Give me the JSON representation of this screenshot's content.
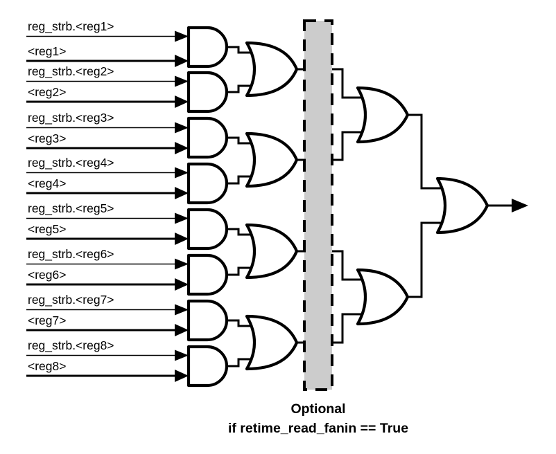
{
  "diagram": {
    "title": "Register read fanin OR-tree",
    "type": "logic-circuit-schematic",
    "colors": {
      "wire": "#000000",
      "gate_fill": "#ffffff",
      "gate_outline": "#000000",
      "optional_box_fill": "#cccccc",
      "optional_box_border": "#000000",
      "background": "#ffffff",
      "text": "#000000"
    },
    "inputs": [
      {
        "strobe_label": "reg_strb.<reg1>",
        "data_label": "<reg1>"
      },
      {
        "strobe_label": "reg_strb.<reg2>",
        "data_label": "<reg2>"
      },
      {
        "strobe_label": "reg_strb.<reg3>",
        "data_label": "<reg3>"
      },
      {
        "strobe_label": "reg_strb.<reg4>",
        "data_label": "<reg4>"
      },
      {
        "strobe_label": "reg_strb.<reg5>",
        "data_label": "<reg5>"
      },
      {
        "strobe_label": "reg_strb.<reg6>",
        "data_label": "<reg6>"
      },
      {
        "strobe_label": "reg_strb.<reg7>",
        "data_label": "<reg7>"
      },
      {
        "strobe_label": "reg_strb.<reg8>",
        "data_label": "<reg8>"
      }
    ],
    "gates": {
      "and_count": 8,
      "or_level1_count": 4,
      "or_level2_count": 2,
      "or_level3_count": 1
    },
    "optional_region": {
      "caption_line1": "Optional",
      "caption_line2": "if retime_read_fanin == True"
    },
    "output": {
      "label": ""
    }
  }
}
